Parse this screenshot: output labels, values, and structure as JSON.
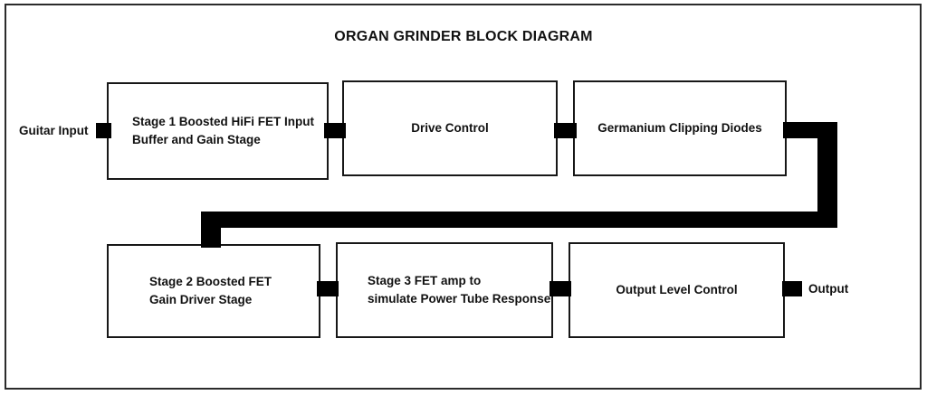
{
  "diagram": {
    "title": "ORGAN GRINDER BLOCK DIAGRAM",
    "colors": {
      "frame": "#2b2b2b",
      "block_border": "#171717",
      "connector": "#000000",
      "text": "#111111",
      "background": "#ffffff"
    },
    "io_labels": {
      "input": "Guitar Input",
      "output": "Output"
    },
    "blocks": [
      {
        "id": "stage1",
        "label": "Stage 1 Boosted HiFi FET Input\nBuffer and Gain Stage",
        "row": "top",
        "order": 1
      },
      {
        "id": "drive",
        "label": "Drive Control",
        "row": "top",
        "order": 2
      },
      {
        "id": "germanium",
        "label": "Germanium Clipping Diodes",
        "row": "top",
        "order": 3
      },
      {
        "id": "stage2",
        "label": "Stage 2 Boosted FET\nGain Driver Stage",
        "row": "bottom",
        "order": 4
      },
      {
        "id": "stage3",
        "label": "Stage 3 FET amp to\nsimulate Power Tube Response",
        "row": "bottom",
        "order": 5
      },
      {
        "id": "output_level",
        "label": "Output Level Control",
        "row": "bottom",
        "order": 6
      }
    ],
    "connectors": [
      {
        "id": "guitar-in-to-stage1",
        "from": "Guitar Input",
        "to": "stage1"
      },
      {
        "id": "stage1-to-drive",
        "from": "stage1",
        "to": "drive"
      },
      {
        "id": "drive-to-germanium",
        "from": "drive",
        "to": "germanium"
      },
      {
        "id": "germanium-to-stage2",
        "from": "germanium",
        "to": "stage2"
      },
      {
        "id": "stage2-to-stage3",
        "from": "stage2",
        "to": "stage3"
      },
      {
        "id": "stage3-to-output-level",
        "from": "stage3",
        "to": "output_level"
      },
      {
        "id": "output-level-to-output",
        "from": "output_level",
        "to": "Output"
      }
    ]
  }
}
